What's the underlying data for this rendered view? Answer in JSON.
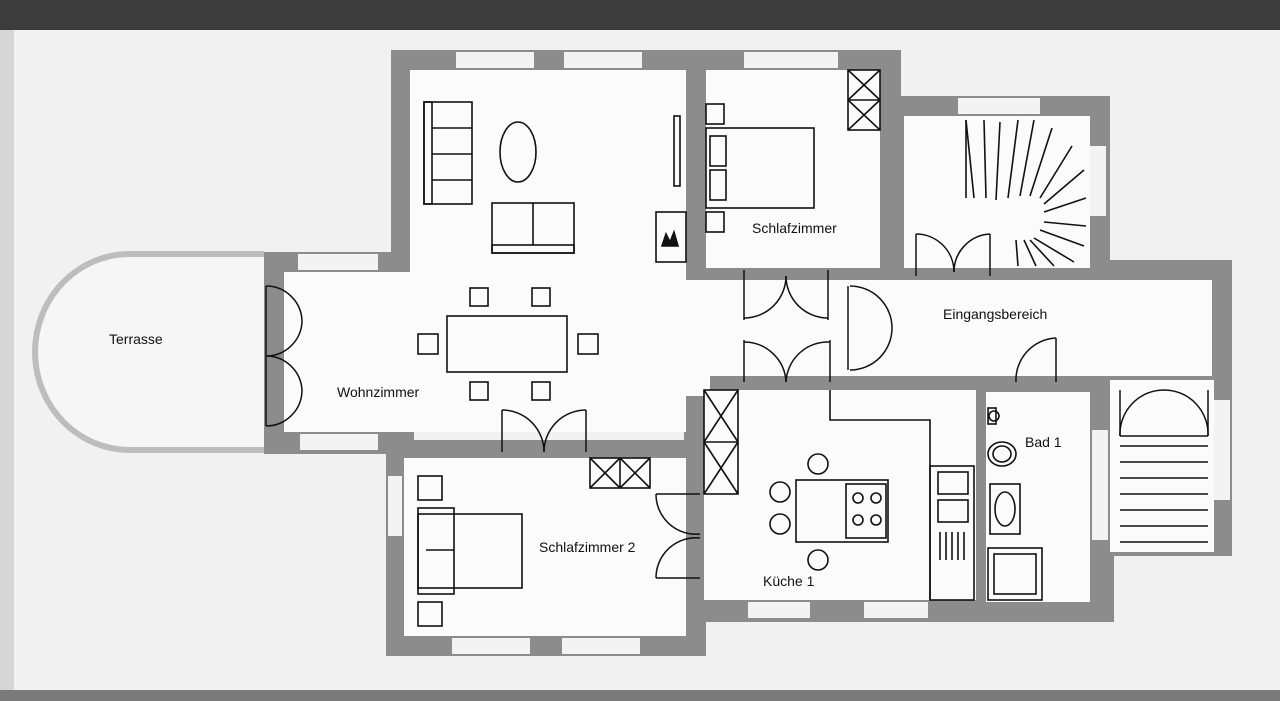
{
  "floor_plan": {
    "rooms": {
      "terrasse": "Terrasse",
      "wohnzimmer": "Wohnzimmer",
      "schlafzimmer": "Schlafzimmer",
      "eingangsbereich": "Eingangsbereich",
      "schlafzimmer_2": "Schlafzimmer 2",
      "kueche_1": "Küche 1",
      "bad_1": "Bad 1"
    },
    "colors": {
      "wall": "#8c8c8c",
      "floor": "#fbfbfb",
      "line": "#111111",
      "terrace_outline": "#bdbdbd",
      "screen_frame": "#3c3c3c"
    }
  }
}
